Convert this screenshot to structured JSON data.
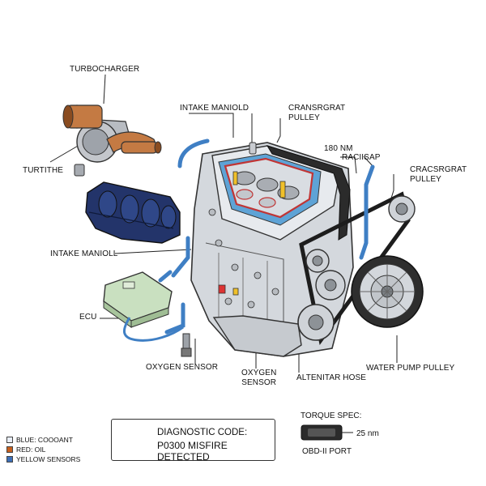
{
  "labels": {
    "turbocharger": "TURBOCHARGER",
    "turtithe": "TURTITHE",
    "intake_manifold_top": "INTAKE MANIOLD",
    "crankshaft_pulley_top": "CRANSRGRAT\nPULLEY",
    "dim_180": "180 nm",
    "racisap": "RACIISAP",
    "crankshaft_pulley_right": "CRACSRGRAT\nPULLEY",
    "intake_manifold_left": "INTAKE MANIOLL",
    "ecu": "ECU",
    "oxygen_sensor_left": "OXYGEN SENSOR",
    "oxygen_sensor_center": "OXYGEN\nSENSOR",
    "alternator_hose": "ALTENITAR HOSE",
    "water_pump_pulley": "WATER PUMP PULLEY"
  },
  "legend": [
    {
      "text": "BLUE: COOOANT",
      "color": "#e9eef7"
    },
    {
      "text": "RED: OIL",
      "color": "#c8601e"
    },
    {
      "text": "YELLOW SENSORS",
      "color": "#3d6fb8"
    }
  ],
  "diagnostic": {
    "line1": "DIAGNOSTIC CODE:",
    "line2": "P0300 MISFIRE DETECTED",
    "icon": "check-engine-icon",
    "icon_color": "#f08a1c"
  },
  "torque": {
    "title": "TORQUE SPEC:",
    "value": "25 nm",
    "port_label": "OBD-II PORT"
  },
  "colors": {
    "engine_metal": "#d9dde2",
    "coolant_hose": "#3f7fc4",
    "oil": "#c8601e",
    "gasket": "#d4464a",
    "manifold": "#22356b",
    "ecu": "#c9e0c0"
  }
}
